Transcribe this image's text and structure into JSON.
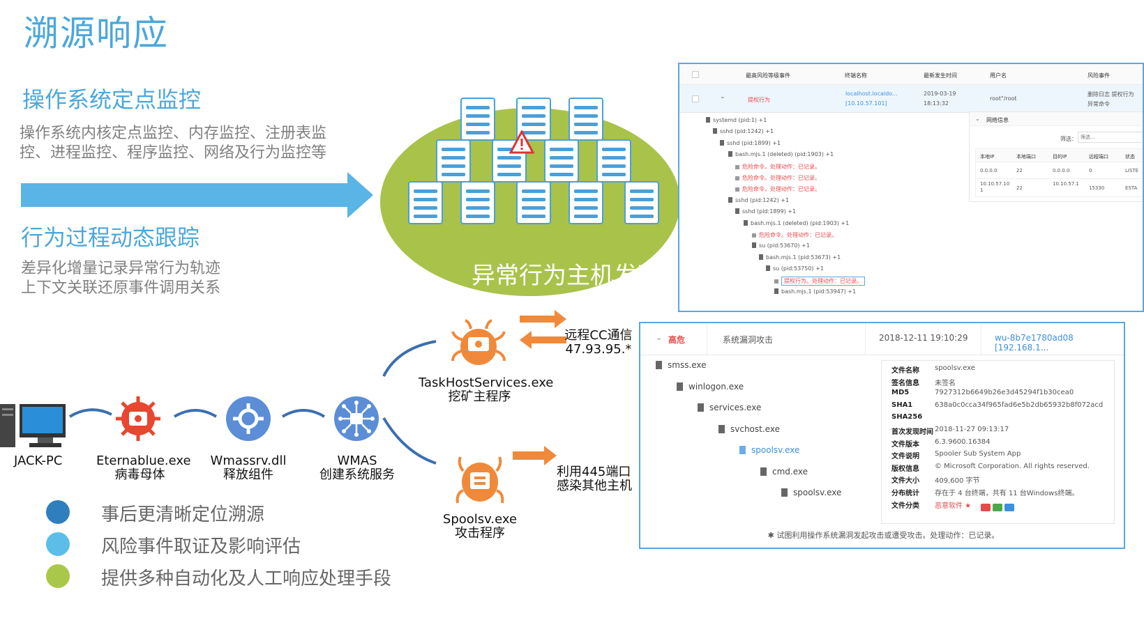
{
  "slide_title": "溯源响应",
  "section1": {
    "title": "操作系统定点监控",
    "desc_line1": "操作系统内核定点监控、内存监控、注册表监",
    "desc_line2": "控、进程监控、程序监控、网络及行为监控等"
  },
  "section2": {
    "title": "行为过程动态跟踪",
    "desc_line1": "差异化增量记录异常行为轨迹",
    "desc_line2": "上下文关联还原事件调用关系"
  },
  "cluster_label": "异常行为主机发现",
  "panel1": {
    "headers": [
      "最高风险等级事件",
      "终端名称",
      "最新发生时间",
      "用户名",
      "风险事件"
    ],
    "row": {
      "event": "提权行为",
      "terminal": "localhost.localdo...",
      "ip": "[10.10.57.101]",
      "date": "2019-03-19",
      "time": "18:13:32",
      "user": "root\"/root",
      "risk1": "删除日志 提权行为",
      "risk2": "异常命令"
    },
    "tree": [
      {
        "text": "systemd (pid:1) +1",
        "tone": "normal"
      },
      {
        "text": "sshd (pid:1242) +1",
        "tone": "normal"
      },
      {
        "text": "sshd (pid:1899) +1",
        "tone": "normal"
      },
      {
        "text": "bash.mjs.1 (deleted) (pid:1903) +1",
        "tone": "normal"
      },
      {
        "text": "危险命令。处理动作：已记录。",
        "tone": "red"
      },
      {
        "text": "危险命令。处理动作：已记录。",
        "tone": "red"
      },
      {
        "text": "危险命令。处理动作：已记录。",
        "tone": "red"
      },
      {
        "text": "sshd (pid:1242) +1",
        "tone": "normal"
      },
      {
        "text": "sshd (pid:1899) +1",
        "tone": "normal"
      },
      {
        "text": "bash.mjs.1 (deleted) (pid:1903) +1",
        "tone": "normal"
      },
      {
        "text": "危险命令。处理动作：已记录。",
        "tone": "red"
      },
      {
        "text": "su (pid:53670) +1",
        "tone": "normal"
      },
      {
        "text": "bash.mjs.1 (pid:53673) +1",
        "tone": "normal"
      },
      {
        "text": "su (pid:53750) +1",
        "tone": "normal"
      },
      {
        "text": "提权行为。处理动作：已记录。",
        "tone": "red-box"
      },
      {
        "text": "bash.mjs.1 (pid:53947) +1",
        "tone": "normal"
      }
    ],
    "net": {
      "title": "网络信息",
      "filter_label": "筛选：",
      "filter_placeholder": "筛选...",
      "headers": [
        "本地IP",
        "本地端口",
        "目的IP",
        "远程端口",
        "状态"
      ],
      "rows": [
        [
          "0.0.0.0",
          "22",
          "0.0.0.0",
          "0",
          "LISTE"
        ],
        [
          "10.10.57.101",
          "22",
          "10.10.57.1",
          "15330",
          "ESTA"
        ]
      ]
    }
  },
  "flow": {
    "jack": "JACK-PC",
    "eternal_name": "Eternablue.exe",
    "eternal_desc": "病毒母体",
    "wmassrv_name": "Wmassrv.dll",
    "wmassrv_desc": "释放组件",
    "wmas_name": "WMAS",
    "wmas_desc": "创建系统服务",
    "taskhost_name": "TaskHostServices.exe",
    "taskhost_desc": "挖矿主程序",
    "spoolsv_name": "Spoolsv.exe",
    "spoolsv_desc": "攻击程序",
    "cc_line1": "远程CC通信",
    "cc_line2": "47.93.95.*",
    "port_line1": "利用445端口",
    "port_line2": "感染其他主机"
  },
  "panel2": {
    "level": "高危",
    "type": "系统漏洞攻击",
    "time": "2018-12-11 19:10:29",
    "host": "wu-8b7e1780ad08 [192.168.1...",
    "tree": [
      "smss.exe",
      "winlogon.exe",
      "services.exe",
      "svchost.exe",
      "spoolsv.exe",
      "cmd.exe",
      "spoolsv.exe"
    ],
    "details": [
      {
        "k": "文件名称",
        "v": "spoolsv.exe"
      },
      {
        "k": "签名信息",
        "v": "未签名"
      },
      {
        "k": "MD5",
        "v": "7927312b6649b26e3d45294f1b30cea0"
      },
      {
        "k": "SHA1",
        "v": "638a0c0cca34f965fad6e5b2db65932b8f072acd"
      },
      {
        "k": "SHA256",
        "v": ""
      },
      {
        "k": "首次发现时间",
        "v": "2018-11-27 09:13:17"
      },
      {
        "k": "文件版本",
        "v": "6.3.9600.16384"
      },
      {
        "k": "文件说明",
        "v": "Spooler Sub System App"
      },
      {
        "k": "版权信息",
        "v": "© Microsoft Corporation. All rights reserved."
      },
      {
        "k": "文件大小",
        "v": "409,600 字节"
      },
      {
        "k": "分布统计",
        "v": "存在于 4 台终端，共有 11 台Windows终端。"
      },
      {
        "k": "文件分类",
        "v": "恶意软件 ★"
      }
    ],
    "footer": "试图利用操作系统漏洞发起攻击或遭受攻击。处理动作：已记录。"
  },
  "bullets": [
    {
      "text": "事后更清晰定位溯源",
      "color": "#2f7fbf"
    },
    {
      "text": "风险事件取证及影响评估",
      "color": "#5bbde8"
    },
    {
      "text": "提供多种自动化及人工响应处理手段",
      "color": "#a9c84a"
    }
  ],
  "colors": {
    "accent": "#4ba7db",
    "cluster": "#a9c24a",
    "panel_border": "#5aa6e0",
    "danger": "#e54b4b",
    "orange": "#f08a3a"
  }
}
